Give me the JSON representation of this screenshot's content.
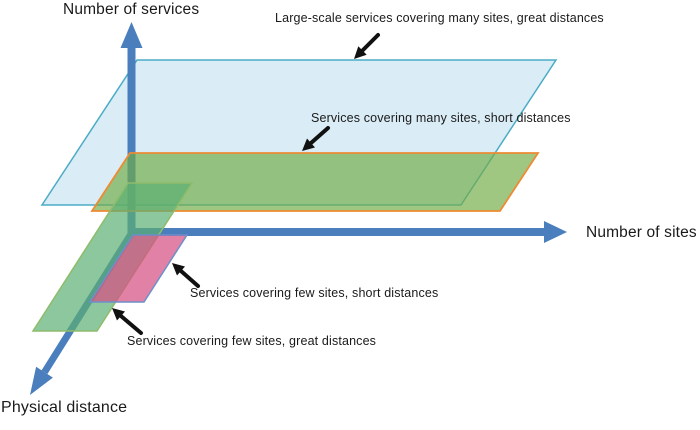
{
  "diagram": {
    "title_context": "3D service-scale diagram",
    "axes": {
      "y_label": "Number of services",
      "x_label": "Number of sites",
      "z_label": "Physical distance"
    },
    "annotations": [
      {
        "label": "Large-scale services covering many sites, great distances"
      },
      {
        "label": "Services covering many sites, short distances"
      },
      {
        "label": "Services covering few sites, short distances"
      },
      {
        "label": "Services covering few sites, great distances"
      }
    ],
    "planes": [
      {
        "name": "large-scale-many-sites-great-distances",
        "fill": "#D6EAF4",
        "border": "#4BACC6"
      },
      {
        "name": "many-sites-short-distances",
        "fill": "#71AC47",
        "border": "#ED8B33"
      },
      {
        "name": "few-sites-great-distances",
        "fill": "#5BAF74",
        "border": "#8FBC6B"
      },
      {
        "name": "few-sites-short-distances",
        "fill": "#D65082",
        "border": "#6E8FC9"
      }
    ],
    "colors": {
      "axis": "#4A7EBD",
      "annotation_arrow": "#111111",
      "text": "#1A1A1A",
      "background": "#FFFFFF"
    }
  }
}
